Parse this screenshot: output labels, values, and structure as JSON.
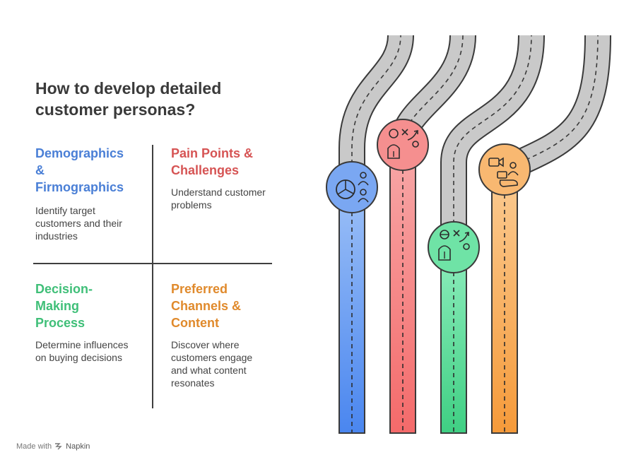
{
  "title": "How to develop detailed customer personas?",
  "quadrants": [
    {
      "heading": "Demographics & Firmographics",
      "text": "Identify target customers and their industries",
      "color": "#4a7fd6"
    },
    {
      "heading": "Pain Points & Challenges",
      "text": "Understand customer problems",
      "color": "#d65454"
    },
    {
      "heading": "Decision-Making Process",
      "text": "Determine influences on buying decisions",
      "color": "#3fbf78"
    },
    {
      "heading": "Preferred Channels & Content",
      "text": "Discover where customers engage and what content resonates",
      "color": "#e08a2c"
    }
  ],
  "lanes": [
    {
      "icon": "demographics-pie-people-icon",
      "fill": "#7aa7f2",
      "dark": "#4a86ef"
    },
    {
      "icon": "strategy-person-icon",
      "fill": "#f58f8f",
      "dark": "#f46a6a"
    },
    {
      "icon": "decision-strategy-icon",
      "fill": "#6fe3a6",
      "dark": "#3fcf83"
    },
    {
      "icon": "channels-media-icon",
      "fill": "#f8b871",
      "dark": "#f59a3a"
    }
  ],
  "footer": {
    "made_with": "Made with",
    "brand": "Napkin"
  }
}
